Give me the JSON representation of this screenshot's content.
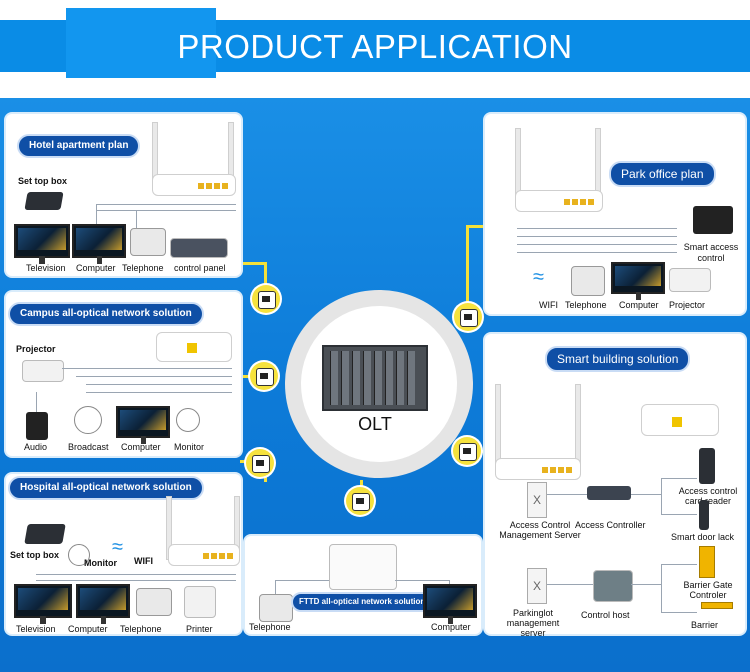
{
  "header": {
    "title": "PRODUCT APPLICATION"
  },
  "center": {
    "label": "OLT"
  },
  "panels": {
    "hotel": {
      "title": "Hotel apartment plan",
      "set_top_box": "Set top box",
      "devices": [
        "Television",
        "Computer",
        "Telephone",
        "control panel"
      ]
    },
    "park": {
      "title": "Park office plan",
      "smart_access": "Smart access control",
      "devices": [
        "WIFI",
        "Telephone",
        "Computer",
        "Projector"
      ]
    },
    "campus": {
      "title": "Campus all-optical network solution",
      "projector": "Projector",
      "devices": [
        "Audio",
        "Broadcast",
        "Computer",
        "Monitor"
      ]
    },
    "smart_building": {
      "title": "Smart building solution",
      "acm_server": "Access Control Management Server",
      "access_controller": "Access Controller",
      "card_reader": "Access control card reader",
      "door_lock": "Smart door lack",
      "parking_server": "Parkinglot management server",
      "control_host": "Control host",
      "barrier_gate": "Barrier Gate Controler",
      "barrier": "Barrier"
    },
    "hospital": {
      "title": "Hospital all-optical network solution",
      "set_top_box": "Set top box",
      "monitor": "Monitor",
      "wifi": "WIFI",
      "devices": [
        "Television",
        "Computer",
        "Telephone",
        "Printer"
      ]
    },
    "fttd": {
      "title": "FTTD all-optical network solution",
      "devices": [
        "Telephone",
        "Computer"
      ]
    }
  },
  "colors": {
    "brand_blue": "#0a8ce6",
    "background_blue": "#0d7bd8",
    "pill_blue": "#0f4fa6",
    "connector_yellow": "#f6e23e"
  }
}
